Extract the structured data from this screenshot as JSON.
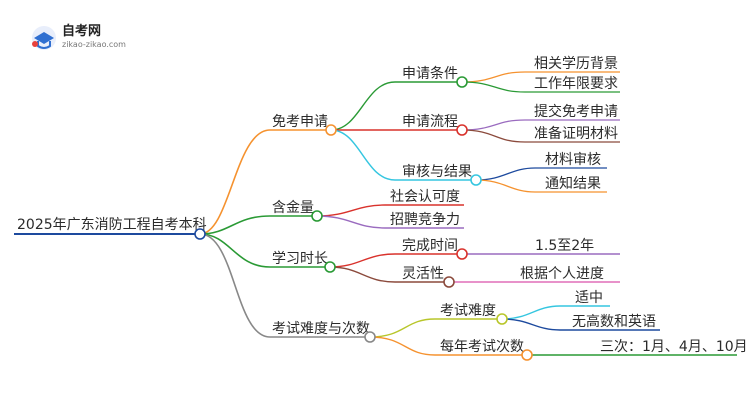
{
  "logo": {
    "name": "自考网",
    "url": "zikao-zikao.com"
  },
  "root": {
    "label": "2025年广东消防工程自考本科"
  },
  "branches": [
    {
      "label": "免考申请",
      "color": "#f5922f",
      "children": [
        {
          "label": "申请条件",
          "color": "#2a9a35",
          "children": [
            {
              "label": "相关学历背景",
              "color": "#f5922f"
            },
            {
              "label": "工作年限要求",
              "color": "#2a9a35"
            }
          ]
        },
        {
          "label": "申请流程",
          "color": "#d9322c",
          "children": [
            {
              "label": "提交免考申请",
              "color": "#9a6bbf"
            },
            {
              "label": "准备证明材料",
              "color": "#8b4a3c"
            }
          ]
        },
        {
          "label": "审核与结果",
          "color": "#35c6e0",
          "children": [
            {
              "label": "材料审核",
              "color": "#1d4a9e"
            },
            {
              "label": "通知结果",
              "color": "#f5922f"
            }
          ]
        }
      ]
    },
    {
      "label": "含金量",
      "color": "#2a9a35",
      "children": [
        {
          "label": "社会认可度",
          "color": "#d9322c"
        },
        {
          "label": "招聘竞争力",
          "color": "#9a6bbf"
        }
      ]
    },
    {
      "label": "学习时长",
      "color": "#2a9a35",
      "children": [
        {
          "label": "完成时间",
          "color": "#d9322c",
          "children": [
            {
              "label": "1.5至2年",
              "color": "#9a6bbf"
            }
          ]
        },
        {
          "label": "灵活性",
          "color": "#8b4a3c",
          "children": [
            {
              "label": "根据个人进度",
              "color": "#e06fb8"
            }
          ]
        }
      ]
    },
    {
      "label": "考试难度与次数",
      "color": "#888888",
      "children": [
        {
          "label": "考试难度",
          "color": "#b8c62a",
          "children": [
            {
              "label": "适中",
              "color": "#35c6e0"
            },
            {
              "label": "无高数和英语",
              "color": "#1d4a9e"
            }
          ]
        },
        {
          "label": "每年考试次数",
          "color": "#f5922f",
          "children": [
            {
              "label": "三次：1月、4月、10月",
              "color": "#2a9a35"
            }
          ]
        }
      ]
    }
  ],
  "root_color": "#1d4a9e"
}
